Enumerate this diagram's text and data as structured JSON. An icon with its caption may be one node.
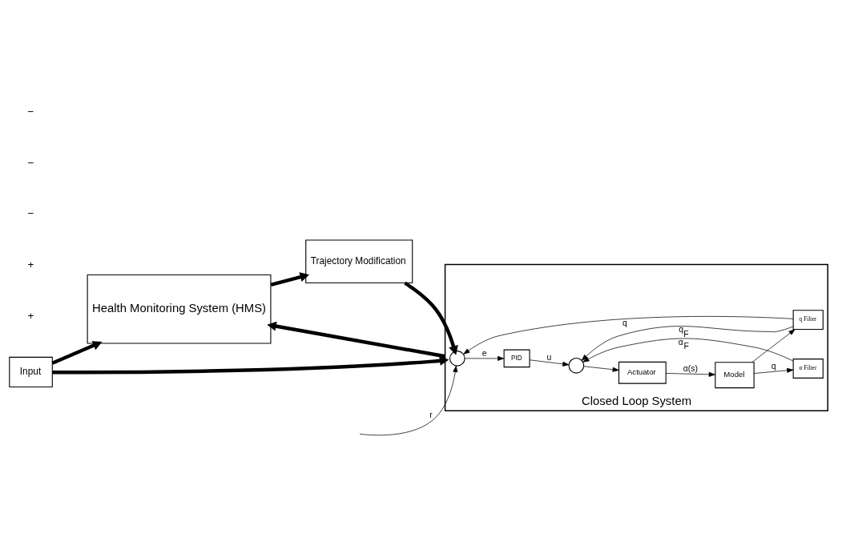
{
  "diagram": {
    "nodes": [
      {
        "text": [
          "Health Monitoring System (HMS)"
        ]
      },
      {
        "text": [
          "Trajectory Modification"
        ]
      },
      {
        "text": [
          "Input"
        ]
      },
      {
        "text": [
          "Closed Loop System"
        ]
      },
      {
        "text": [],
        "shape": "circle",
        "in": 3
      },
      {
        "text": [
          "PID"
        ],
        "in": 3
      },
      {
        "text": [],
        "shape": "circle",
        "in": 3
      },
      {
        "text": [
          "Actuator"
        ],
        "in": 3
      },
      {
        "text": [
          "Model"
        ],
        "in": 3
      },
      {
        "text": [
          "α Filter"
        ],
        "in": 3
      },
      {
        "text": [
          "q Filter"
        ],
        "in": 3
      }
    ],
    "edges": [
      {
        "from": 2,
        "to": 0,
        "arrow": "to",
        "style": "thick"
      },
      {
        "from": 0,
        "to": 1,
        "arrow": "to",
        "style": "thick"
      },
      {
        "from": 1,
        "to": 4,
        "arrow": "to",
        "style": "thick"
      },
      {
        "from": 2,
        "to": 3,
        "arrow": "to",
        "style": "thick"
      },
      {
        "from": 3,
        "to": 0,
        "arrow": "to",
        "style": "thick"
      },
      {
        "from": null,
        "to": 4,
        "arrow": "to",
        "label": "r"
      },
      {
        "from": 4,
        "to": 5,
        "arrow": "to",
        "label": "e"
      },
      {
        "from": 5,
        "to": 6,
        "arrow": "to",
        "label": "u"
      },
      {
        "from": 6,
        "to": 7,
        "arrow": "to"
      },
      {
        "from": 7,
        "to": 8,
        "arrow": "to",
        "label": "α(s)"
      },
      {
        "from": 8,
        "to": 9,
        "arrow": "to",
        "label": "q"
      },
      {
        "from": 8,
        "to": 10,
        "arrow": "to"
      },
      {
        "from": 9,
        "to": 6,
        "arrow": "to",
        "label": "α$_{F}$"
      },
      {
        "from": 10,
        "to": 4,
        "arrow": "to",
        "label": "q"
      },
      {
        "from": 10,
        "to": 6,
        "arrow": "to",
        "label": "q$_{F}$"
      }
    ],
    "labels": [
      "+",
      "+",
      "−",
      "−",
      "−"
    ]
  }
}
